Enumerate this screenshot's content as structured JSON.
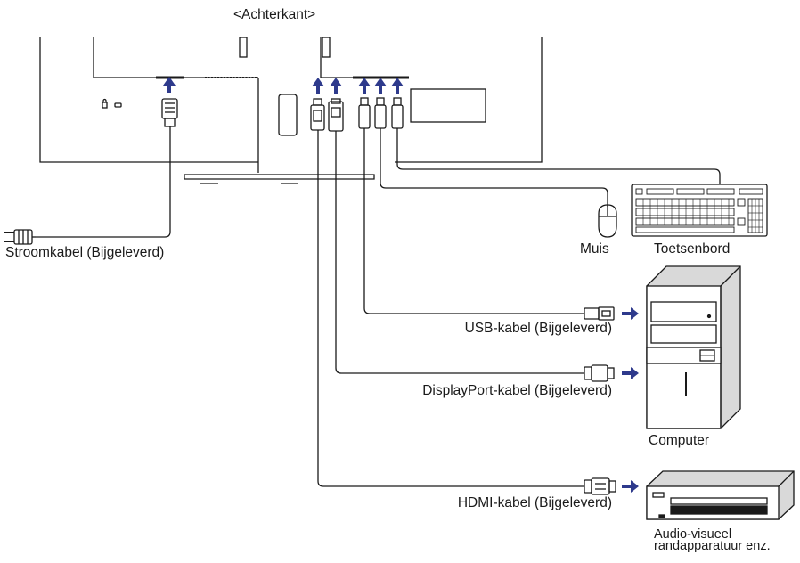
{
  "title": "<Achterkant>",
  "labels": {
    "power": "Stroomkabel (Bijgeleverd)",
    "usb": "USB-kabel (Bijgeleverd)",
    "displayport": "DisplayPort-kabel (Bijgeleverd)",
    "hdmi": "HDMI-kabel (Bijgeleverd)",
    "mouse": "Muis",
    "keyboard": "Toetsenbord",
    "computer": "Computer",
    "av_line1": "Audio-visueel",
    "av_line2": "randapparatuur enz."
  },
  "colors": {
    "line": "#1a1a1a",
    "arrow": "#2e3a8c",
    "panel": "#d9d9d9"
  }
}
